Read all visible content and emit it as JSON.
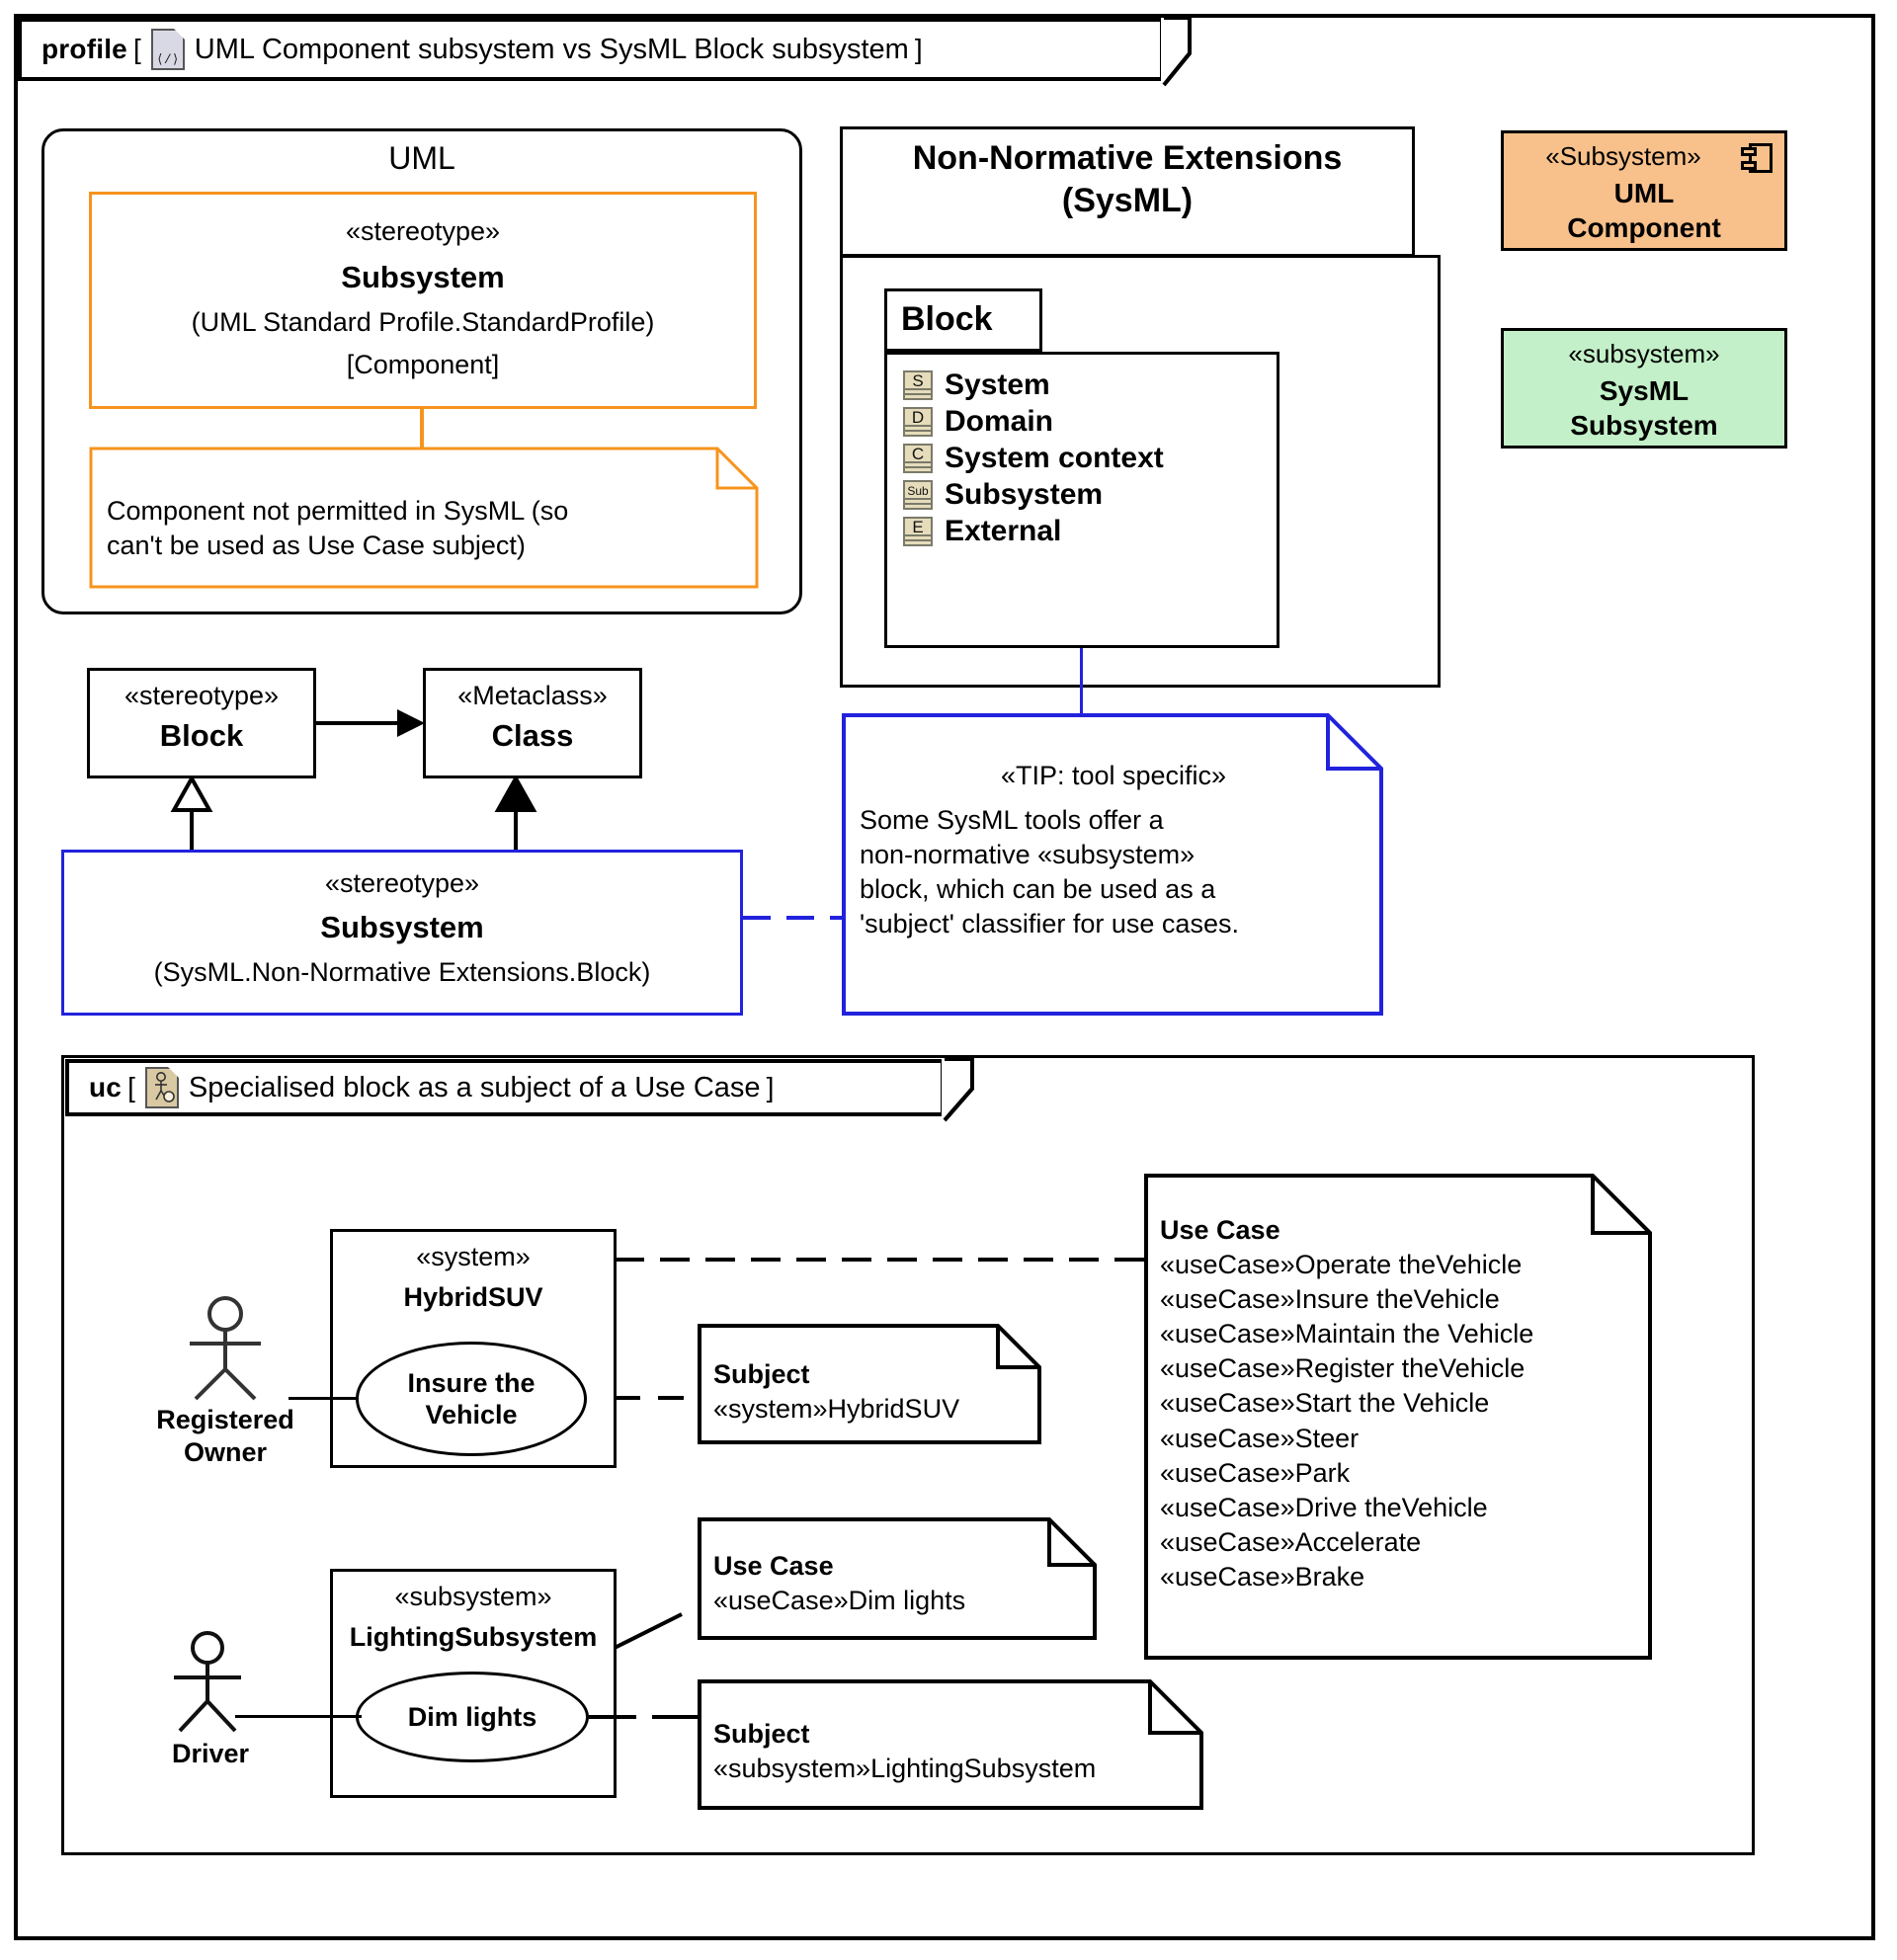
{
  "profile_frame": {
    "kind": "profile",
    "bracket_open": "[",
    "bracket_close": "]",
    "label": "UML Component subsystem vs SysML Block subsystem",
    "icon": "profile-document-icon"
  },
  "uml_package": {
    "title": "UML",
    "stereotype_box": {
      "stereotype": "«stereotype»",
      "name": "Subsystem",
      "qualified": "(UML Standard Profile.StandardProfile)",
      "metaclass": "[Component]",
      "color": "#f7941e"
    },
    "note": {
      "line1": "Component not permitted in SysML (so",
      "line2": "can't be used as Use Case subject)",
      "color": "#f7941e"
    }
  },
  "sysml_package": {
    "title_line1": "Non-Normative Extensions",
    "title_line2": "(SysML)",
    "block_box": {
      "title": "Block",
      "items": [
        {
          "icon": "block-icon-system",
          "glyph": "S",
          "label": "System"
        },
        {
          "icon": "block-icon-domain",
          "glyph": "D",
          "label": "Domain"
        },
        {
          "icon": "block-icon-system-context",
          "glyph": "C",
          "label": "System context"
        },
        {
          "icon": "block-icon-subsystem",
          "glyph": "Sub",
          "label": "Subsystem"
        },
        {
          "icon": "block-icon-external",
          "glyph": "E",
          "label": "External"
        }
      ]
    }
  },
  "legend": {
    "uml_component": {
      "stereotype": "«Subsystem»",
      "name_line1": "UML",
      "name_line2": "Component",
      "fill": "#f8c08a",
      "icon": "uml-component-icon"
    },
    "sysml_subsystem": {
      "stereotype": "«subsystem»",
      "name_line1": "SysML",
      "name_line2": "Subsystem",
      "fill": "#c3f0c8"
    }
  },
  "metamodel": {
    "block_stereotype": {
      "stereotype": "«stereotype»",
      "name": "Block"
    },
    "class_metaclass": {
      "stereotype": "«Metaclass»",
      "name": "Class"
    },
    "subsystem_stereotype": {
      "stereotype": "«stereotype»",
      "name": "Subsystem",
      "qualified": "(SysML.Non-Normative Extensions.Block)",
      "color": "#2222dd"
    }
  },
  "tip_note": {
    "stereotype": "«TIP: tool specific»",
    "line1": "Some SysML tools offer a",
    "line2": "non-normative «subsystem»",
    "line3": "block, which can be used as a",
    "line4": "'subject' classifier for use cases.",
    "color": "#2222dd"
  },
  "uc_frame": {
    "kind": "uc",
    "bracket_open": "[",
    "bracket_close": "]",
    "label": "Specialised block as a subject of a Use Case",
    "icon": "use-case-document-icon"
  },
  "uc_diagram": {
    "actor_owner": {
      "name_line1": "Registered",
      "name_line2": "Owner",
      "icon": "actor-stick-figure"
    },
    "actor_driver": {
      "name_line1": "Driver",
      "name_line2": "",
      "icon": "actor-stick-figure"
    },
    "subject_hybridsuv": {
      "stereotype": "«system»",
      "name": "HybridSUV"
    },
    "usecase_insure": {
      "name_line1": "Insure the",
      "name_line2": "Vehicle"
    },
    "subject_lighting": {
      "stereotype": "«subsystem»",
      "name": "LightingSubsystem"
    },
    "usecase_dim": {
      "name": "Dim lights"
    },
    "note_subject_hybridsuv": {
      "title": "Subject",
      "value": "«system»HybridSUV"
    },
    "note_usecase_dim": {
      "title": "Use Case",
      "value": "«useCase»Dim lights"
    },
    "note_subject_lighting": {
      "title": "Subject",
      "value": "«subsystem»LightingSubsystem"
    },
    "note_usecase_list": {
      "title": "Use Case",
      "items": [
        "«useCase»Operate theVehicle",
        "«useCase»Insure theVehicle",
        "«useCase»Maintain the Vehicle",
        "«useCase»Register theVehicle",
        "«useCase»Start the Vehicle",
        "«useCase»Steer",
        "«useCase»Park",
        "«useCase»Drive theVehicle",
        "«useCase»Accelerate",
        "«useCase»Brake"
      ]
    }
  }
}
